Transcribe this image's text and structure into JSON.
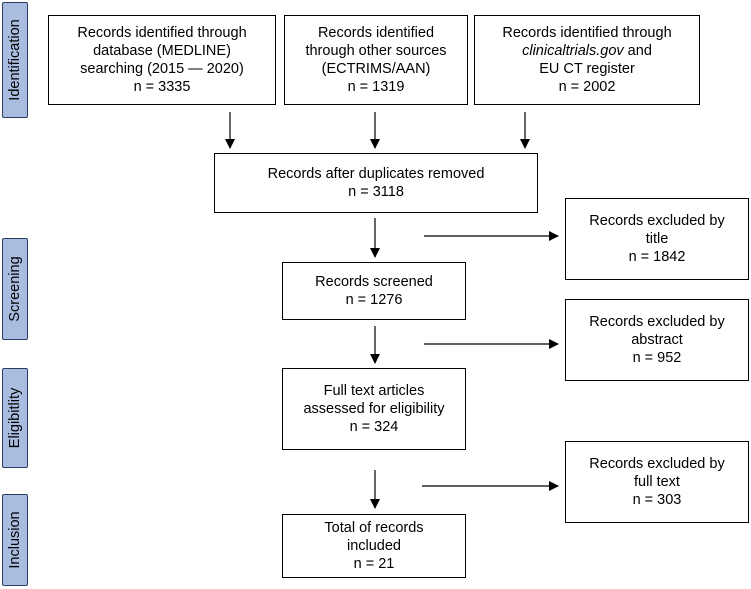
{
  "stages": [
    {
      "id": "identification",
      "label": "Identification"
    },
    {
      "id": "screening",
      "label": "Screening"
    },
    {
      "id": "eligibility",
      "label": "Eligibitlity"
    },
    {
      "id": "inclusion",
      "label": "Inclusion"
    }
  ],
  "boxes": {
    "medline": {
      "lines": [
        "Records identified through",
        "database (MEDLINE)",
        "searching (2015 — 2020)",
        "n = 3335"
      ]
    },
    "other_sources": {
      "lines": [
        "Records identified",
        "through other sources",
        "(ECTRIMS/AAN)",
        "n = 1319"
      ]
    },
    "registers": {
      "line1": "Records identified through",
      "line2_italic": "clinicaltrials.gov",
      "line2_rest": " and",
      "line3": "EU CT register",
      "line4": "n = 2002"
    },
    "duplicates_removed": {
      "lines": [
        "Records after duplicates removed",
        "n = 3118"
      ]
    },
    "excluded_title": {
      "lines": [
        "Records excluded by",
        "title",
        "n = 1842"
      ]
    },
    "screened": {
      "lines": [
        "Records screened",
        "n = 1276"
      ]
    },
    "excluded_abstract": {
      "lines": [
        "Records excluded by",
        "abstract",
        "n = 952"
      ]
    },
    "full_text": {
      "lines": [
        "Full text articles",
        "assessed for eligibility",
        "n = 324"
      ]
    },
    "excluded_full_text": {
      "lines": [
        "Records excluded by",
        "full text",
        "n = 303"
      ]
    },
    "included": {
      "lines": [
        "Total of records",
        "included",
        "n = 21"
      ]
    }
  }
}
